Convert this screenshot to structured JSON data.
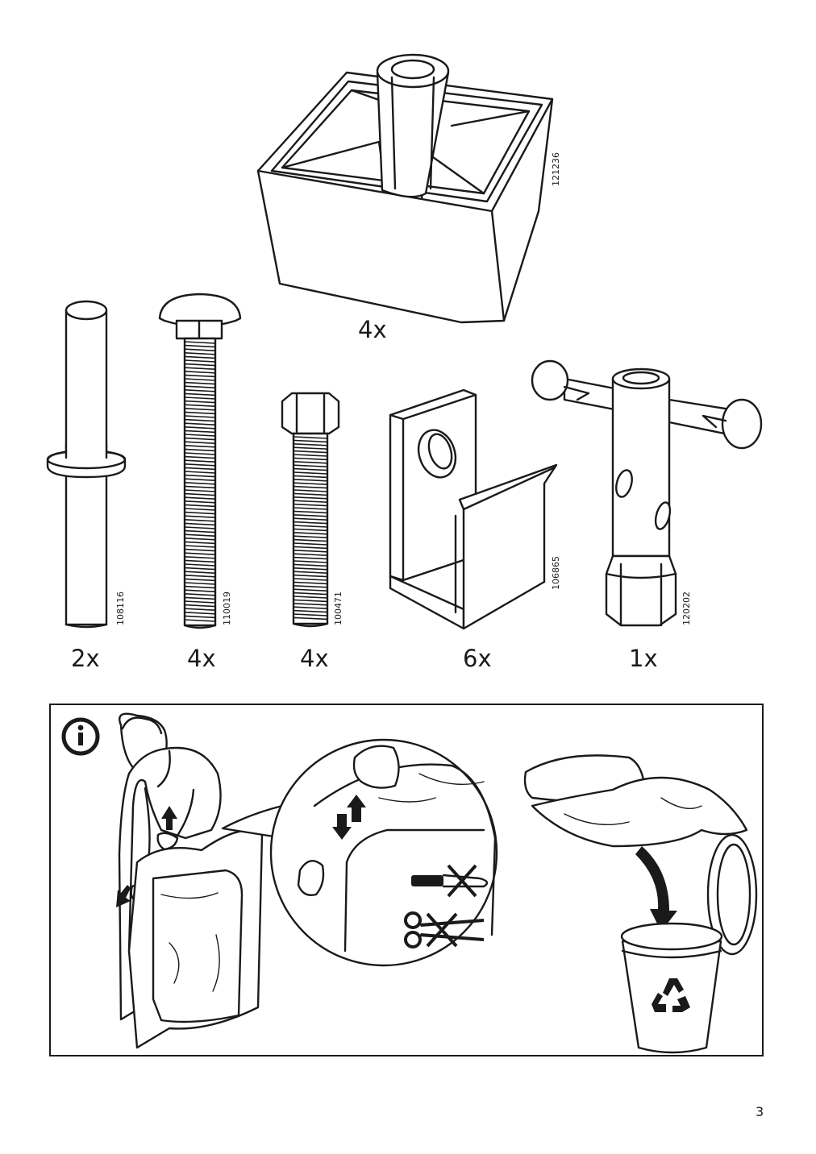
{
  "parts": [
    {
      "name": "square-leg",
      "part_number": "121236",
      "quantity": "4x"
    },
    {
      "name": "dowel-pin",
      "part_number": "108116",
      "quantity": "2x"
    },
    {
      "name": "carriage-bolt",
      "part_number": "110019",
      "quantity": "4x"
    },
    {
      "name": "hex-bolt",
      "part_number": "100471",
      "quantity": "4x"
    },
    {
      "name": "u-bracket",
      "part_number": "106865",
      "quantity": "6x"
    },
    {
      "name": "t-wrench",
      "part_number": "120202",
      "quantity": "1x"
    }
  ],
  "info_panel": {
    "icon": "info-icon",
    "steps": [
      "open-packaging-by-hand",
      "no-knife",
      "no-scissors",
      "recycle-packaging"
    ],
    "prohibited_icons": [
      "knife-crossed-icon",
      "scissors-crossed-icon"
    ],
    "recycle_icon": "recycle-icon"
  },
  "page_number": "3"
}
